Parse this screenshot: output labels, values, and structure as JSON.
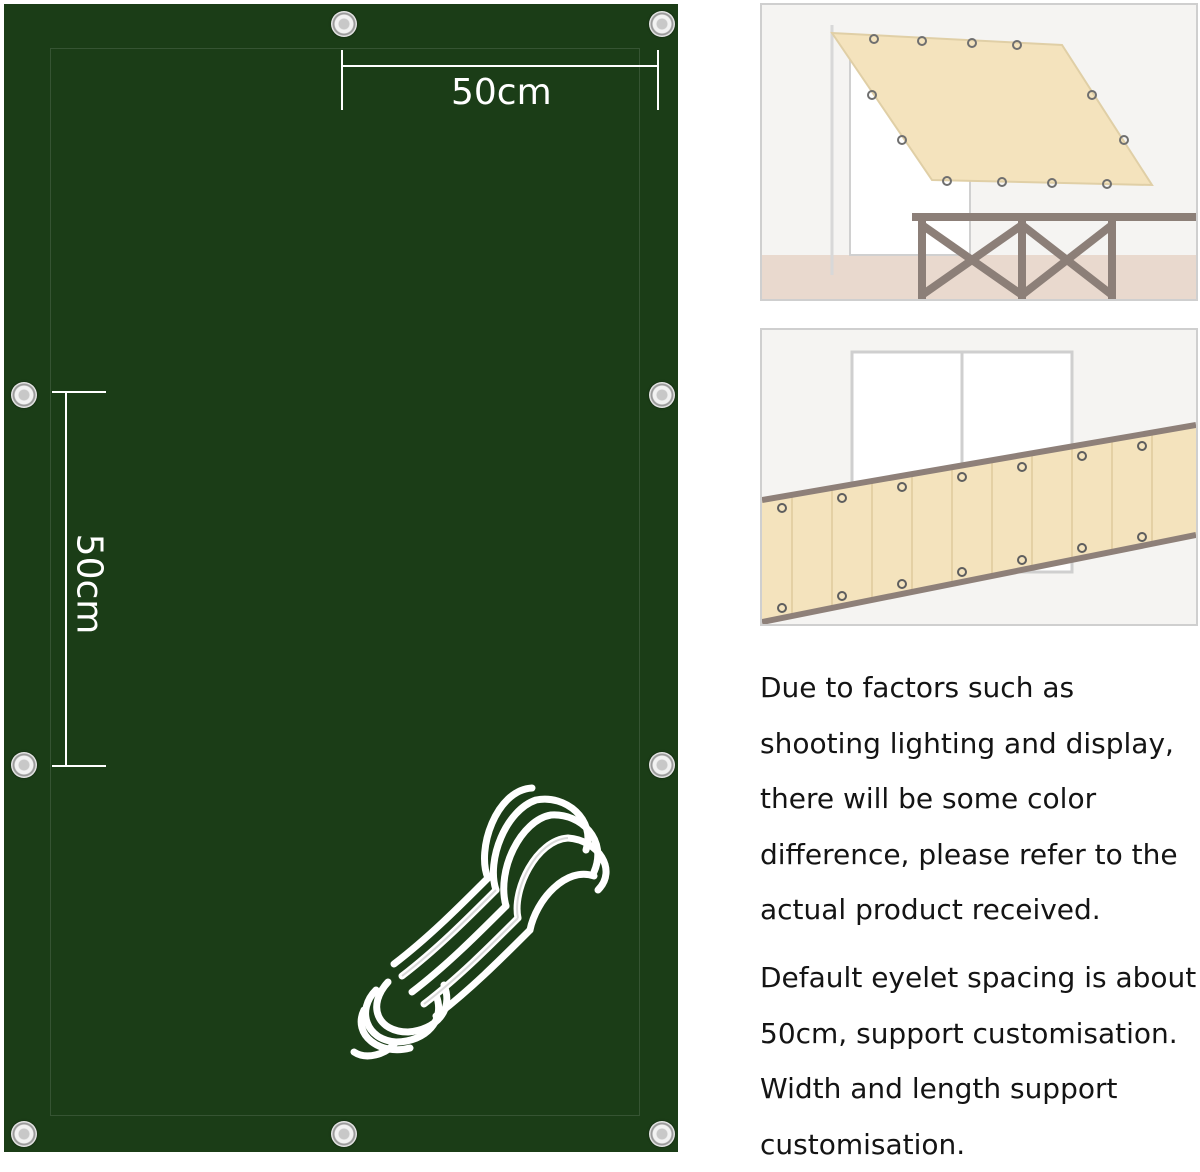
{
  "dimension_labels": {
    "horizontal": "50cm",
    "vertical": "50cm"
  },
  "colors": {
    "sheet": "#1b3d17",
    "canopy_fabric": "#f4e3bd",
    "rope": "#ffffff"
  },
  "notes": {
    "color_disclaimer": "Due to factors such as\nshooting lighting and display,\nthere will be some color\ndifference, please refer to the\nactual product received.",
    "eyelet_spacing": "Default eyelet spacing is about\n50cm, support customisation.\nWidth and length support\ncustomisation."
  },
  "illustrations": {
    "rope": "coiled-rope-icon",
    "top_photo": "balcony-canopy-illustration",
    "bottom_photo": "balcony-railing-screen-illustration"
  }
}
